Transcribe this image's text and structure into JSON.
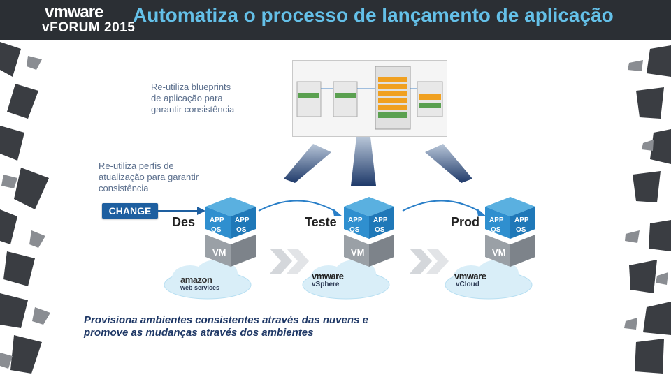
{
  "header": {
    "logo_top": "vmware",
    "logo_bottom": "vFORUM 2015",
    "title": "Automatiza o processo de lançamento de aplicação"
  },
  "notes": {
    "blueprints": [
      "Re-utiliza blueprints",
      "de aplicação para",
      "garantir consistência"
    ],
    "profiles": [
      "Re-utiliza perfis de",
      "atualização para garantir",
      "consistência"
    ]
  },
  "change_badge": "CHANGE",
  "environments": [
    {
      "label": "Des",
      "cloud": "amazon",
      "cloud_sub": "web services"
    },
    {
      "label": "Teste",
      "cloud": "vmware",
      "cloud_sub": "vSphere"
    },
    {
      "label": "Prod",
      "cloud": "vmware",
      "cloud_sub": "vCloud"
    }
  ],
  "stack": {
    "app": "APP",
    "os": "OS",
    "vm": "VM"
  },
  "footer": [
    "Provisiona ambientes consistentes através das nuvens e",
    "promove as mudanças através dos ambientes"
  ],
  "colors": {
    "title": "#64c0e8",
    "header_bg": "#2b2f34",
    "badge": "#1e5fa0",
    "cube_blue": "#2f8fcf",
    "cube_grey": "#9aa0a6",
    "footer": "#1f3866"
  }
}
